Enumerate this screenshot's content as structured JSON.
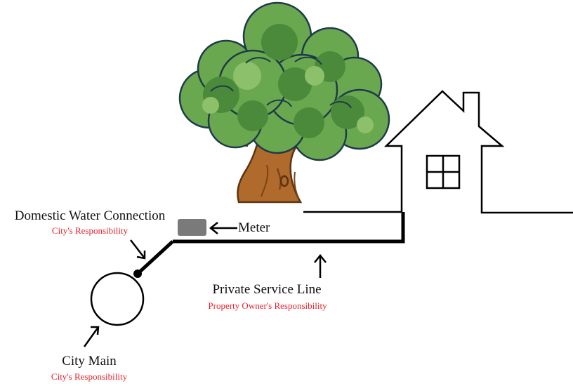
{
  "colors": {
    "responsibility_text": "#e8202a",
    "line": "#000000",
    "meter": "#7a7a7a",
    "tree_leaf_dark": "#4b8a3a",
    "tree_leaf_mid": "#6aa84f",
    "tree_leaf_light": "#8cc06a",
    "tree_trunk": "#b06a2c",
    "tree_trunk_dark": "#7a4518"
  },
  "labels": {
    "domestic_connection": {
      "title": "Domestic Water Connection",
      "responsibility": "City's Responsibility"
    },
    "meter": {
      "title": "Meter"
    },
    "private_line": {
      "title": "Private Service Line",
      "responsibility": "Property Owner's Responsibility"
    },
    "city_main": {
      "title": "City Main",
      "responsibility": "City's Responsibility"
    }
  }
}
